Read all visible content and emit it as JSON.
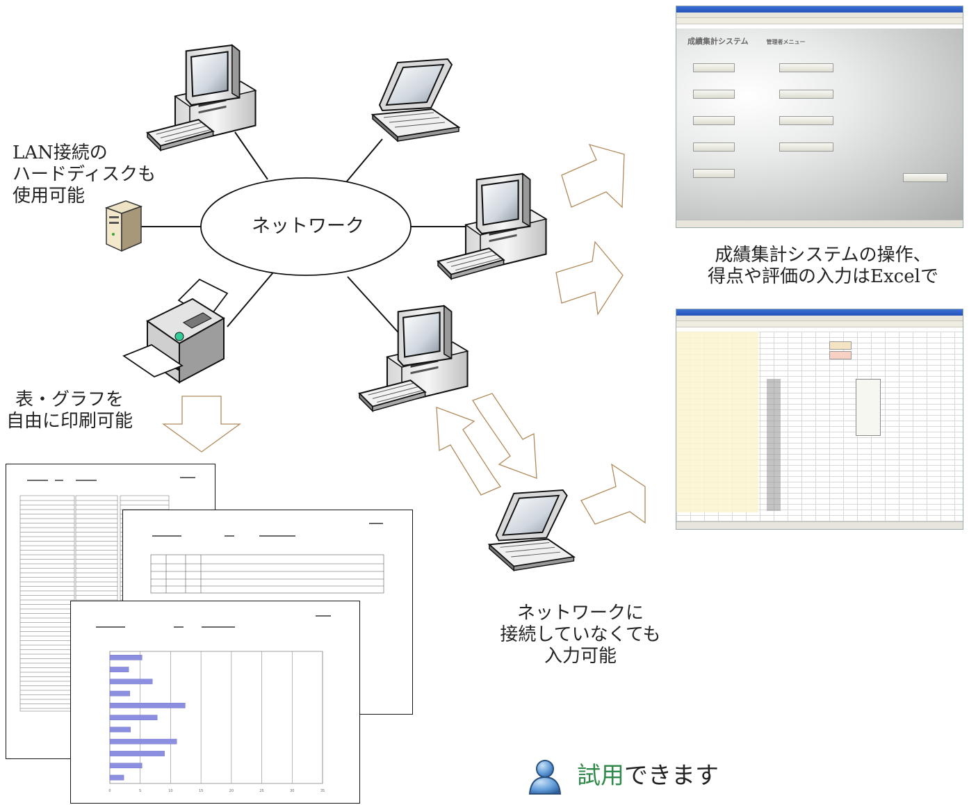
{
  "labels": {
    "network": "ネットワーク",
    "lan_disk": "LAN接続の\nハードディスクも\n使用可能",
    "print": "表・グラフを\n自由に印刷可能",
    "excel": "成績集計システムの操作、\n得点や評価の入力はExcelで",
    "offline": "ネットワークに\n接続していなくても\n入力可能"
  },
  "trial": {
    "highlight": "試用",
    "rest": "できます",
    "icon": "user-icon",
    "highlight_color": "#2f8a4a"
  },
  "screenshot_menu": {
    "header_title": "成績集計システム",
    "header_sub": "管理者メニュー"
  },
  "colors": {
    "arrow_outline": "#b08a5a",
    "line": "#111111",
    "bar": "#8c8fe0",
    "excel_titlebar": "#2f5fc8"
  },
  "chart_data": {
    "type": "bar",
    "orientation": "horizontal",
    "values": [
      5.3,
      3.1,
      7.0,
      3.3,
      12.4,
      7.8,
      3.4,
      11.0,
      9.0,
      5.3,
      2.3
    ],
    "xlim": [
      0,
      35
    ],
    "x_ticks": [
      "0",
      "5",
      "10",
      "15",
      "20",
      "25",
      "30",
      "35"
    ],
    "grid": true
  }
}
